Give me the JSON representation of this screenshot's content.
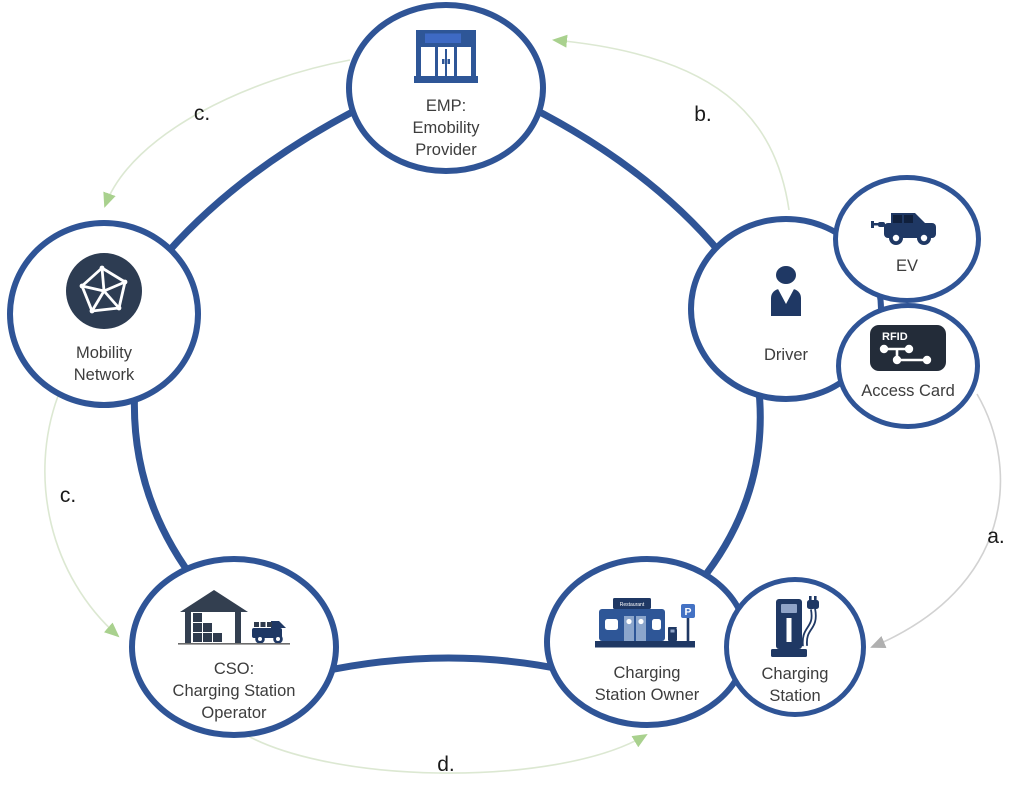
{
  "diagram_title": "E-mobility actors cycle",
  "colors": {
    "ring_blue": "#2f5496",
    "icon_navy": "#1f3864",
    "icon_mid_blue": "#2e5697",
    "icon_bright_blue": "#3e6ac4",
    "icon_dark_slate": "#333f50",
    "rfid_card_bg": "#232c39",
    "door_light_blue": "#8ca6cc",
    "arrow_green_head": "#a9d18e",
    "arrow_green_line": "#dce8d2",
    "arrow_gray_head": "#b0b0b0",
    "arrow_gray_line": "#d2d2d2",
    "label_text": "#3d3d3d"
  },
  "nodes": {
    "emp": {
      "label": "EMP:\nEmobility\nProvider"
    },
    "driver": {
      "label": "Driver"
    },
    "ev": {
      "label": "EV"
    },
    "access_card": {
      "label": "Access Card",
      "card_text": "RFID"
    },
    "mobility": {
      "label": "Mobility\nNetwork"
    },
    "cso": {
      "label": "CSO:\nCharging Station\nOperator"
    },
    "owner": {
      "label": "Charging\nStation Owner",
      "sign_text": "Restaurant",
      "parking_letter": "P"
    },
    "station": {
      "label": "Charging\nStation"
    }
  },
  "arrows": {
    "a": {
      "label": "a."
    },
    "b": {
      "label": "b."
    },
    "c1": {
      "label": "c."
    },
    "c2": {
      "label": "c."
    },
    "d": {
      "label": "d."
    }
  }
}
